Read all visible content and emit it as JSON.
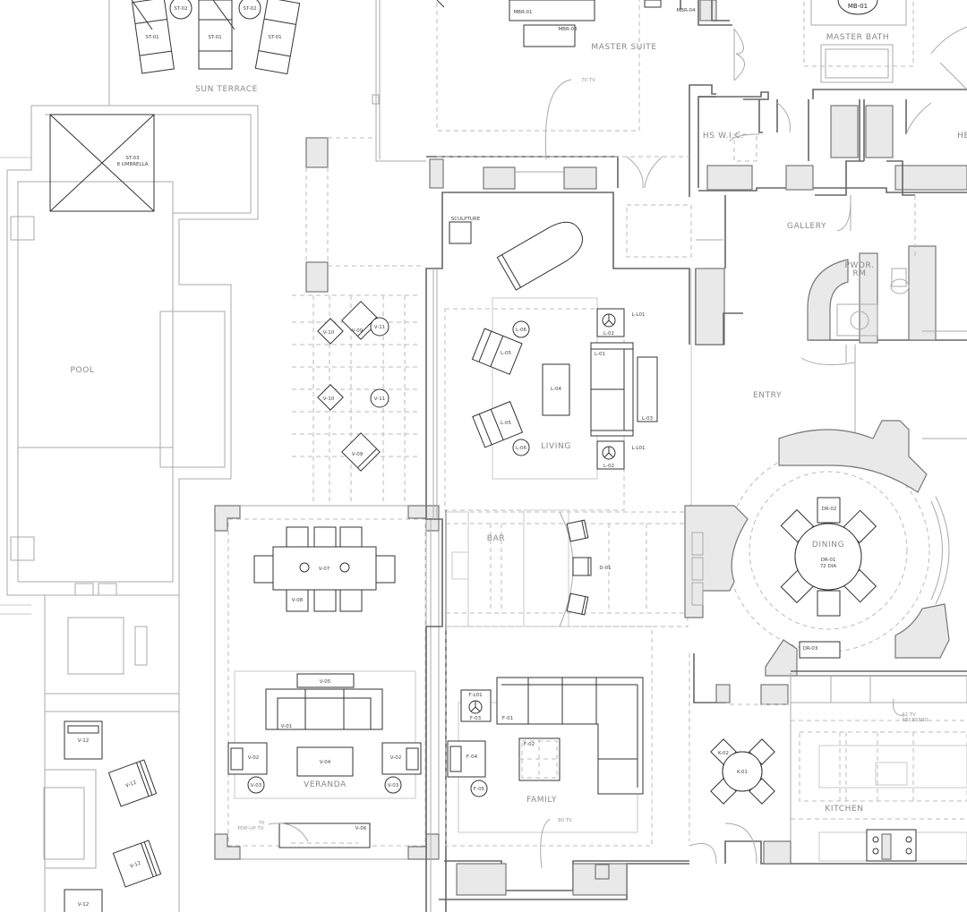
{
  "plan": {
    "rooms": {
      "sun_terrace": "SUN TERRACE",
      "pool": "POOL",
      "master_suite": "MASTER SUITE",
      "master_bath": "MASTER BATH",
      "hs_wic": "HS W.I.C.",
      "hs_cut": "HE",
      "gallery": "GALLERY",
      "pwdr_line1": "PWDR.",
      "pwdr_line2": "RM",
      "entry": "ENTRY",
      "living": "LIVING",
      "bar": "BAR",
      "dining": "DINING",
      "veranda": "VERANDA",
      "family": "FAMILY",
      "kitchen": "KITCHEN"
    },
    "notes": {
      "master_tv": "70 TV",
      "family_tv": "80 TV",
      "kitchen_tv_1": "42 TV",
      "kitchen_tv_2": "RECESSED",
      "popup_tv_1": "70",
      "popup_tv_2": "POP-UP TV",
      "sculpture": "SCULPTURE",
      "umbrella_1": "ST-03",
      "umbrella_2": "8 UMBRELLA",
      "dining_table_1": "DR-01",
      "dining_table_2": "72 DIA"
    },
    "tags": {
      "st01": "ST-01",
      "st02": "ST-02",
      "mbr01": "MBR-01",
      "mbr03": "MBR-03",
      "mbr04": "MBR-04",
      "mb01": "MB-01",
      "l01": "L-01",
      "l02": "L-02",
      "l03": "L-03",
      "l04": "L-04",
      "l05": "L-05",
      "l06": "L-06",
      "ll01": "L-L01",
      "d01": "D-01",
      "dr02": "DR-02",
      "dr03": "DR-03",
      "v01": "V-01",
      "v02": "V-02",
      "v03": "V-03",
      "v04": "V-04",
      "v05": "V-05",
      "v06": "V-06",
      "v07": "V-07",
      "v08": "V-08",
      "v09": "V-09",
      "v10": "V-10",
      "v11": "V-11",
      "v12": "V-12",
      "f01": "F-01",
      "f02": "F-02",
      "f03": "F-03",
      "f04": "F-04",
      "f05": "F-05",
      "fl01": "F-L01",
      "k01": "K-01",
      "k02": "K-02"
    }
  }
}
